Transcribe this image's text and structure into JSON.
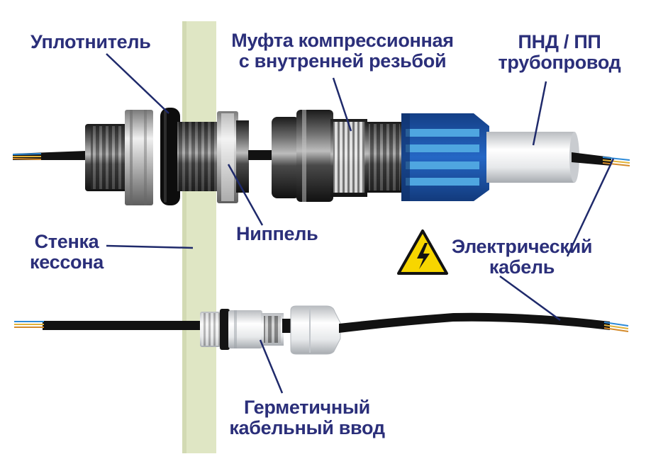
{
  "labels": {
    "seal": "Уплотнитель",
    "coupling_line1": "Муфта компрессионная",
    "coupling_line2": "с внутренней резьбой",
    "pipe_line1": "ПНД / ПП",
    "pipe_line2": "трубопровод",
    "wall_line1": "Стенка",
    "wall_line2": "кессона",
    "nipple": "Ниппель",
    "cable_line1": "Электрический",
    "cable_line2": "кабель",
    "gland_line1": "Герметичный",
    "gland_line2": "кабельный ввод"
  },
  "colors": {
    "label_text": "#2b2f7a",
    "leader_line": "#1f2a6b",
    "wall": "#dfe6c4",
    "cable": "#121212",
    "pipe_blue": "#1c5db5",
    "pipe_stripe": "#4fa6e0",
    "warning_yellow": "#f7d600"
  },
  "icons": [
    "warning-high-voltage-icon"
  ]
}
